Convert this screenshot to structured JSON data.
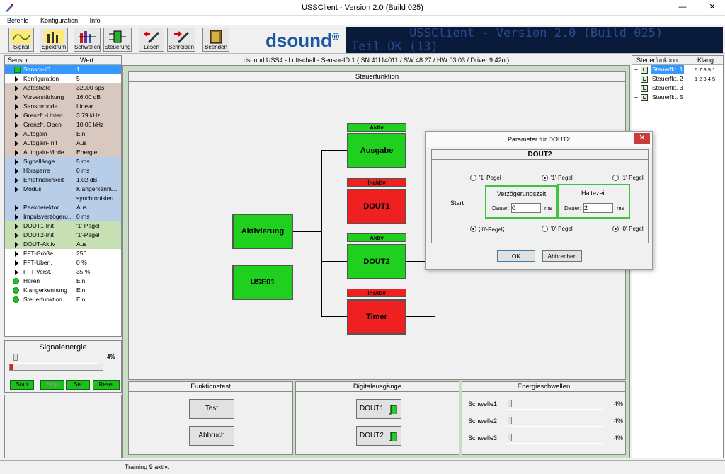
{
  "window": {
    "title": "USSClient - Version 2.0 (Build 025)",
    "minimize": "—",
    "close": "✕"
  },
  "menu": [
    "Befehle",
    "Konfiguration",
    "Info"
  ],
  "toolbar": {
    "buttons": [
      "Signal",
      "Spektrum",
      "Schwellen",
      "Steuerung",
      "Lesen",
      "Schreiben",
      "Beenden"
    ],
    "logo": "dsound",
    "logo_mark": "®",
    "led_line1": "USSClient - Version 2.0 (Build 025)",
    "led_line2": "Teil OK (13)"
  },
  "left_panel": {
    "col_sensor": "Sensor",
    "col_value": "Wert",
    "rows": [
      {
        "name": "Sensor-ID",
        "value": "1"
      },
      {
        "name": "Konfiguration",
        "value": "5"
      },
      {
        "name": "Abtastrate",
        "value": "32000 sps"
      },
      {
        "name": "Vorverstärkung",
        "value": "16.00 dB"
      },
      {
        "name": "Sensormode",
        "value": "Linear"
      },
      {
        "name": "Grenzfr.-Unten",
        "value": "3.79 kHz"
      },
      {
        "name": "Grenzfr.-Oben",
        "value": "10.00 kHz"
      },
      {
        "name": "Autogain",
        "value": "Ein"
      },
      {
        "name": "Autogain-Init",
        "value": "Aus"
      },
      {
        "name": "Autogain-Mode",
        "value": "Energie"
      },
      {
        "name": "Signallänge",
        "value": "5 ms"
      },
      {
        "name": "Hörsperre",
        "value": "0 ms"
      },
      {
        "name": "Empfindlichkeit",
        "value": "1.02 dB"
      },
      {
        "name": "Modus",
        "value": "Klangerkennu..."
      },
      {
        "name": "",
        "value": "synchronisiert"
      },
      {
        "name": "Peakdetektor",
        "value": "Aus"
      },
      {
        "name": "Impulsverzögeru...",
        "value": "0 ms"
      },
      {
        "name": "DOUT1-Init",
        "value": "'1'-Pegel"
      },
      {
        "name": "DOUT2-Init",
        "value": "'1'-Pegel"
      },
      {
        "name": "DOUT-Aktiv",
        "value": "Aus"
      },
      {
        "name": "FFT-Größe",
        "value": "256"
      },
      {
        "name": "FFT-Überl.",
        "value": "0 %"
      },
      {
        "name": "FFT-Verst.",
        "value": "35 %"
      },
      {
        "name": "Hören",
        "value": "Ein"
      },
      {
        "name": "Klangerkennung",
        "value": "Ein"
      },
      {
        "name": "Steuerfunktion",
        "value": "Ein"
      }
    ]
  },
  "energy": {
    "title": "Signalenergie",
    "percent": "4%",
    "buttons": [
      "Start",
      "Stop",
      "Set",
      "Reset"
    ]
  },
  "center": {
    "header": "dsound USS4 - Luftschall - Sensor-ID 1  ( SN 41114011 / SW 48.27 / HW 03.03 / Driver 9.42o )",
    "steuer_title": "Steuerfunktion",
    "blocks": {
      "aktivierung": "Aktivierung",
      "use01": "USE01",
      "ausgabe": "Ausgabe",
      "dout1": "DOUT1",
      "dout2": "DOUT2",
      "timer": "Timer"
    },
    "states": {
      "ausgabe": "Aktiv",
      "dout1": "Inaktiv",
      "dout2": "Aktiv",
      "timer": "Inaktiv"
    }
  },
  "funktionstest": {
    "title": "Funktionstest",
    "test": "Test",
    "abbruch": "Abbruch"
  },
  "digital": {
    "title": "Digitalausgänge",
    "dout1": "DOUT1",
    "dout2": "DOUT2"
  },
  "energieschwellen": {
    "title": "Energieschwellen",
    "rows": [
      {
        "label": "Schwelle1",
        "value": "4%"
      },
      {
        "label": "Schwelle2",
        "value": "4%"
      },
      {
        "label": "Schwelle3",
        "value": "4%"
      }
    ]
  },
  "right_panel": {
    "col1": "Steuerfunktion",
    "col2": "Klang",
    "rows": [
      {
        "name": "Steuerfkt. 1",
        "klang": "6 7 8 9 1..."
      },
      {
        "name": "Steuerfkt. 2",
        "klang": "1 2 3 4 5"
      },
      {
        "name": "Steuerfkt. 3",
        "klang": ""
      },
      {
        "name": "Steuerfkt. 5",
        "klang": ""
      }
    ],
    "expander": "+",
    "badge": "L"
  },
  "dialog": {
    "title": "Parameter für DOUT2",
    "heading": "DOUT2",
    "start": "Start",
    "top_radios": [
      "'1'-Pegel",
      "'1'-Pegel",
      "'1'-Pegel"
    ],
    "bottom_radios": [
      "'0'-Pegel",
      "'0'-Pegel",
      "'0'-Pegel"
    ],
    "verz_title": "Verzögerungszeit",
    "halte_title": "Haltezeit",
    "dauer": "Dauer:",
    "verz_value": "0",
    "halte_value": "2",
    "unit": "ms",
    "ok": "OK",
    "cancel": "Abbrechen"
  },
  "status": {
    "text": "Training 9 aktiv."
  }
}
